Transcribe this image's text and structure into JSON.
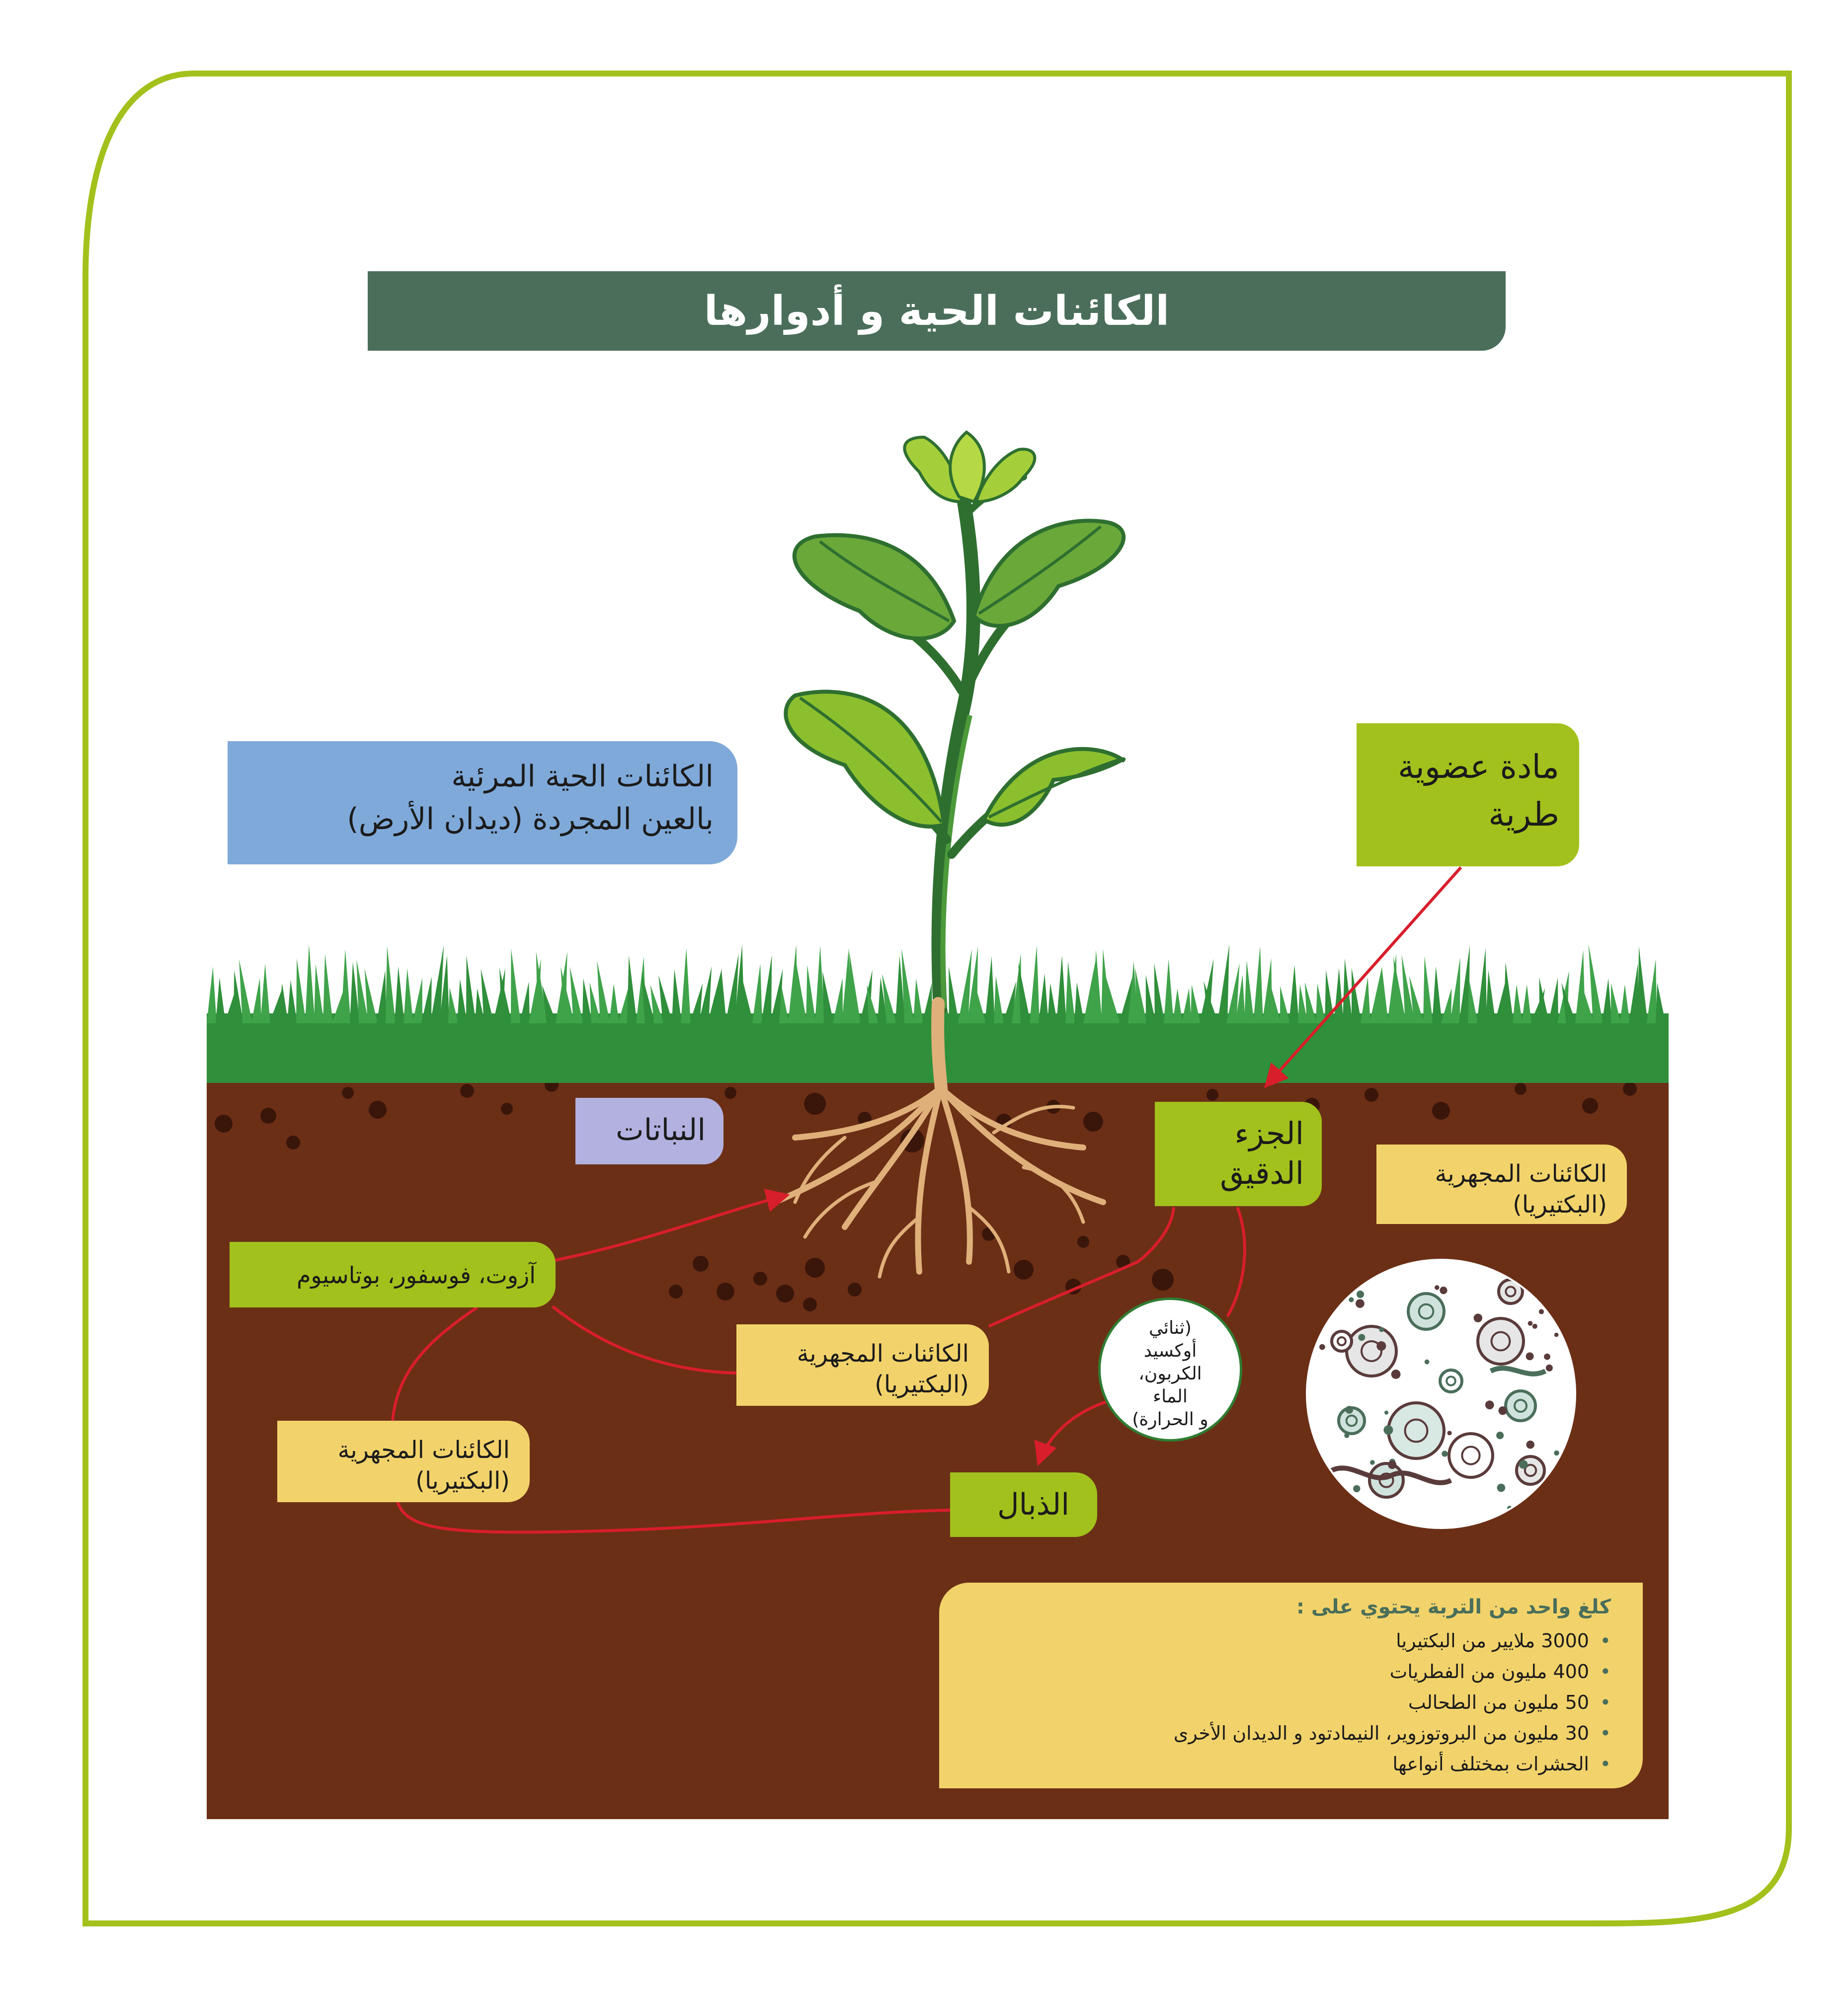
{
  "title": "الكائنات الحية و أدوارها",
  "visible_organisms": {
    "line1": "الكائنات الحية المرئية",
    "line2": "بالعين المجردة (ديدان الأرض)"
  },
  "organic_matter": {
    "line1": "مادة عضوية",
    "line2": "طرية"
  },
  "plants": "النباتات",
  "fine_part": {
    "line1": "الجزء",
    "line2": "الدقيق"
  },
  "microorganisms": {
    "line1": "الكائنات المجهرية",
    "line2": "(البكتيريا)"
  },
  "nutrients": "آزوت، فوسفور، بوتاسيوم",
  "humus": "الذبال",
  "outputs": {
    "line1": "(ثنائي",
    "line2": "أوكسيد",
    "line3": "الكربون،",
    "line4": "الماء",
    "line5": "و الحرارة)"
  },
  "facts": {
    "heading": "كلغ واحد من التربة يحتوي على :",
    "items": [
      "3000 ملايير من البكتيريا",
      "400 مليون من الفطريات",
      "50 مليون من الطحالب",
      "30 مليون من البروتوزوير، النيمادتود و الديدان الأخرى",
      "الحشرات بمختلف أنواعها"
    ]
  },
  "colors": {
    "frame": "#a2c11c",
    "title_bar": "#4a6e5a",
    "soil": "#6b2f16",
    "grass": "#2f8f3a",
    "lime_box": "#a2c11c",
    "yellow_box": "#f2d36b",
    "blue_box": "#7fa9d9",
    "lavender_box": "#b3b1df",
    "arrow": "#d81e2b",
    "roots": "#e0b07a"
  }
}
